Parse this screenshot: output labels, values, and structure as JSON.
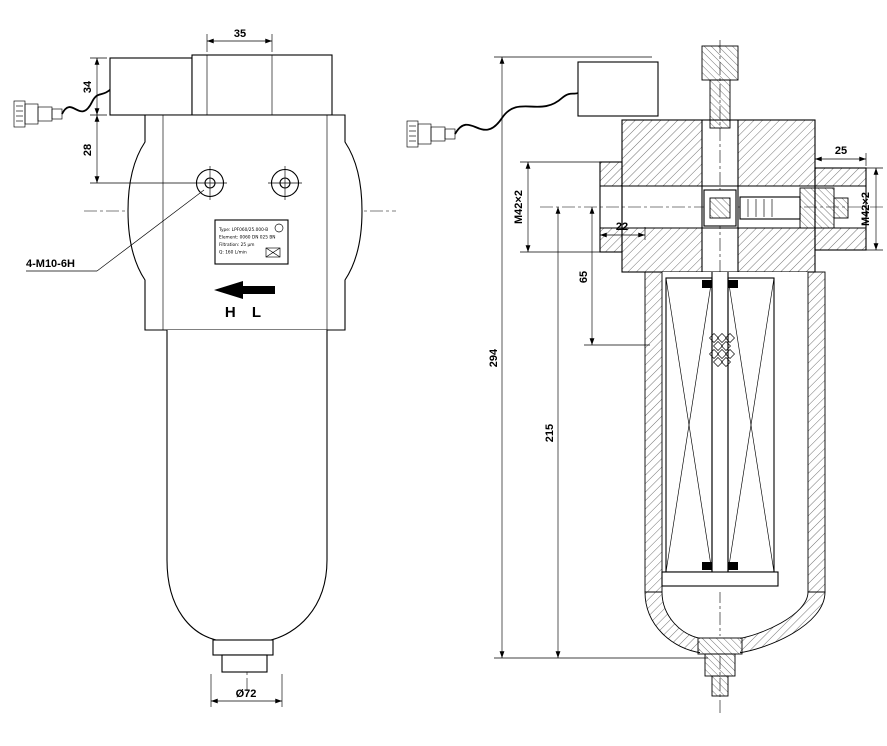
{
  "left_view": {
    "dim_top_width": "35",
    "dim_coil_height": "34",
    "dim_head_offset": "28",
    "mount_holes_label": "4-M10-6H",
    "flow_label": "H L",
    "dim_bowl_diameter": "Ø72",
    "nameplate": {
      "line1": "Type: LPF060/25.000-B",
      "line2": "Element: 0060 DN 025 BN",
      "line3": "Filtration: 25 μm",
      "line4": "Q: 160 L/min"
    }
  },
  "right_view": {
    "dim_overall_height": "294",
    "dim_bowl_depth": "215",
    "dim_port_to_element": "65",
    "dim_port_depth": "22",
    "dim_boss_width": "25",
    "thread_left": "M42×2",
    "thread_right": "M42×2"
  }
}
